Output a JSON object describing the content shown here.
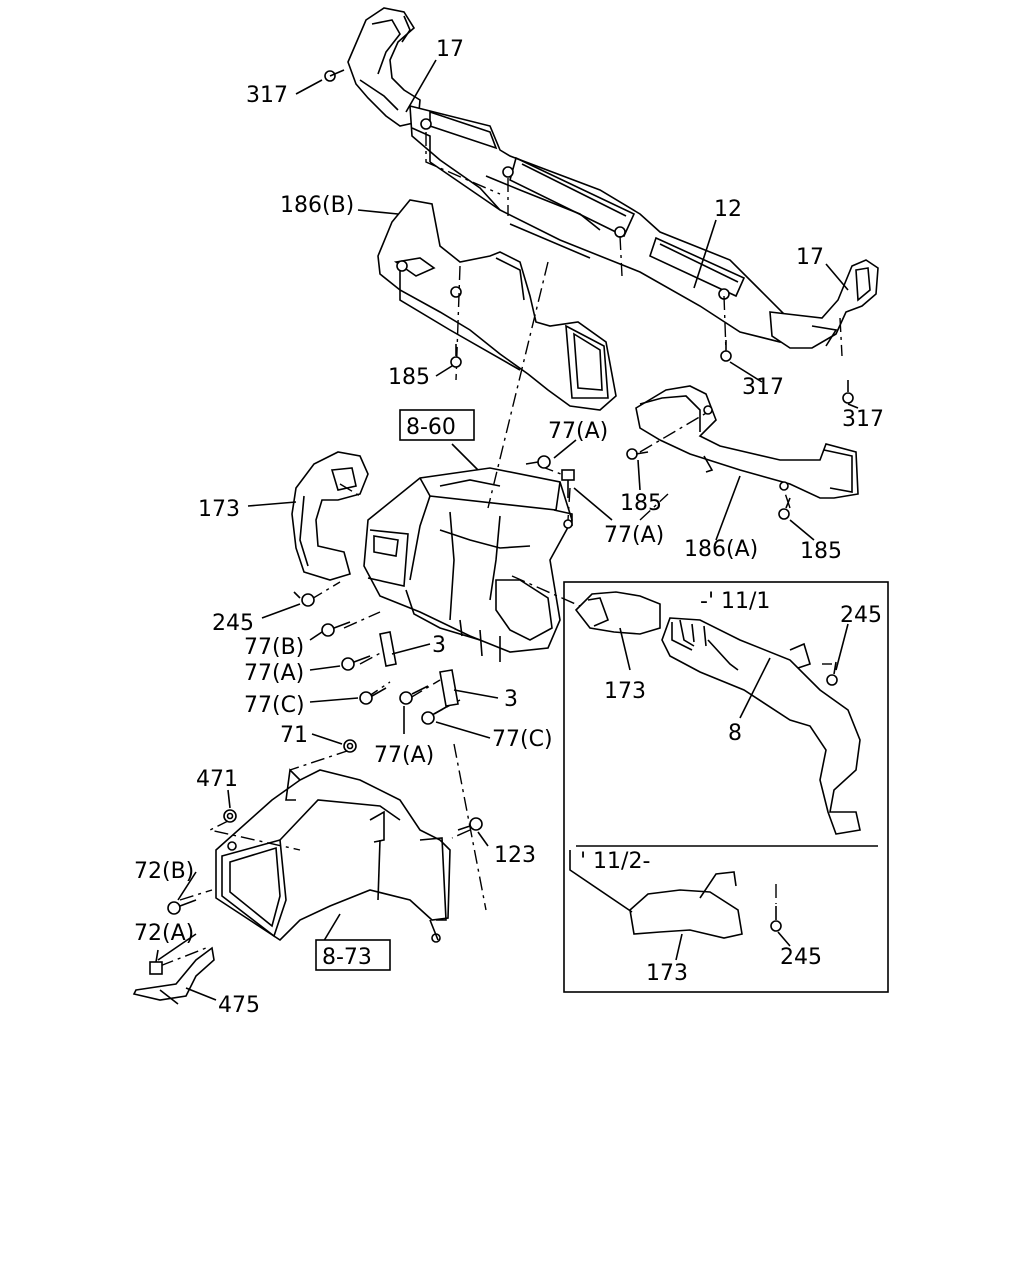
{
  "labels": {
    "l317a": "317",
    "l17a": "17",
    "l186b": "186(B)",
    "l12": "12",
    "l17b": "17",
    "l185a": "185",
    "l317b": "317",
    "l317c": "317",
    "l860": "8-60",
    "l77a1": "77(A)",
    "l77a2": "77(A)",
    "l185b": "185",
    "l186a": "186(A)",
    "l185c": "185",
    "l173a": "173",
    "l245a": "245",
    "l77b": "77(B)",
    "l77a3": "77(A)",
    "l3a": "3",
    "l77c1": "77(C)",
    "l3b": "3",
    "l77a4": "77(A)",
    "l77c2": "77(C)",
    "l71": "71",
    "l471": "471",
    "l123": "123",
    "l72b": "72(B)",
    "l72a": "72(A)",
    "l873": "8-73",
    "l475": "475",
    "l1111": "-' 11/1",
    "l245b": "245",
    "l173b": "173",
    "l8": "8",
    "l1112": "' 11/2-",
    "l245c": "245",
    "l173c": "173"
  }
}
